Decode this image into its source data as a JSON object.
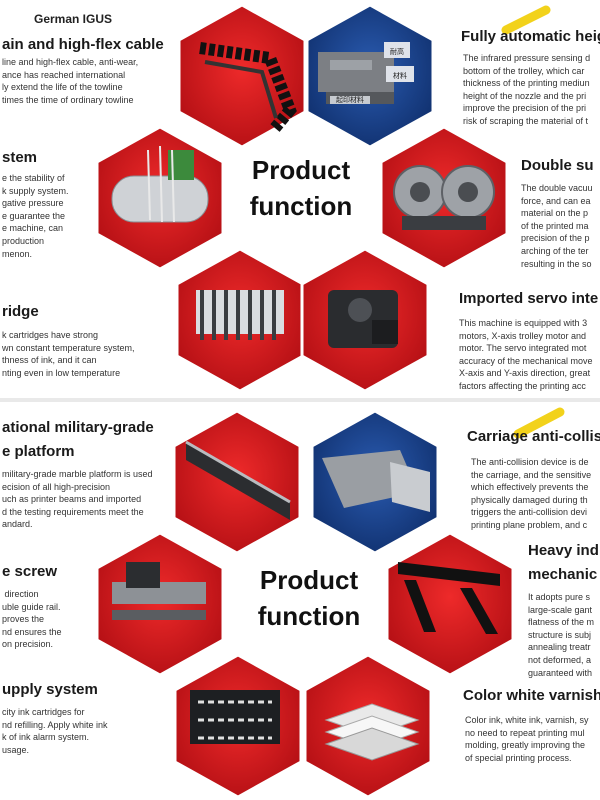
{
  "top": {
    "brand": "German IGUS",
    "center_title_line1": "Product",
    "center_title_line2": "function",
    "left": [
      {
        "heading": "ain and high-flex cable",
        "body": "line and high-flex cable, anti-wear,\nance has reached international\nly extend the life of the towline\ntimes the time of ordinary towline"
      },
      {
        "heading": "stem",
        "body": "e the stability of\nk supply system.\ngative pressure\ne guarantee the\ne machine, can\nproduction\nmenon."
      },
      {
        "heading": "ridge",
        "body": "k cartridges have strong\nwn constant temperature system,\nthness of ink, and it can\nnting even in low temperature"
      }
    ],
    "right": [
      {
        "heading": "Fully automatic heig",
        "body": "The infrared pressure sensing d\nbottom of the trolley, which car\nthickness of the printing mediun\nheight of the nozzle and the pri\nimprove the precision of the pri\nrisk of scraping the material of t"
      },
      {
        "heading": "Double su",
        "body": "The double vacuu\nforce, and can ea\nmaterial on the p\nof the printed ma\nprecision of the p\narching of the ter\nresulting in the so"
      },
      {
        "heading": "Imported servo inte",
        "body": "This machine is equipped with 3\nmotors, X-axis trolley motor and\nmotor. The servo integrated mot\naccuracy of the mechanical move\nX-axis and Y-axis direction, great\nfactors affecting the printing acc"
      }
    ],
    "machine_labels": [
      "耐高",
      "材料",
      "起印材料"
    ]
  },
  "bottom": {
    "center_title_line1": "Product",
    "center_title_line2": "function",
    "left": [
      {
        "heading": "ational military-grade\ne platform",
        "body": "military-grade marble platform is used\necision of all high-precision\nuch as printer beams and imported\nd the testing requirements meet the\nandard."
      },
      {
        "heading": "e screw",
        "body": " direction\nuble guide rail.\nproves the\nnd ensures the\non precision."
      },
      {
        "heading": "upply system",
        "body": "city ink cartridges for\nnd refilling. Apply white ink\nk of ink alarm system.\nusage."
      }
    ],
    "right": [
      {
        "heading": "Carriage anti-collisi",
        "body": "The anti-collision device is de\nthe carriage, and the sensitive\nwhich effectively prevents the\nphysically damaged during th\ntriggers the anti-collision devi\nprinting plane problem, and c"
      },
      {
        "heading": "Heavy ind\nmechanic",
        "body": "It adopts pure s\nlarge-scale gant\nflatness of the m\nstructure is subj\nannealing treatr\nnot deformed, a\nguaranteed with"
      },
      {
        "heading": "Color white varnish",
        "body": "Color ink, white ink, varnish, sy\nno need to repeat printing mul\nmolding, greatly improving the\nof special printing process."
      }
    ]
  },
  "colors": {
    "hex_red": "#d0161b",
    "hex_blue": "#1a3f88",
    "accent_yellow": "#f2d21b"
  }
}
